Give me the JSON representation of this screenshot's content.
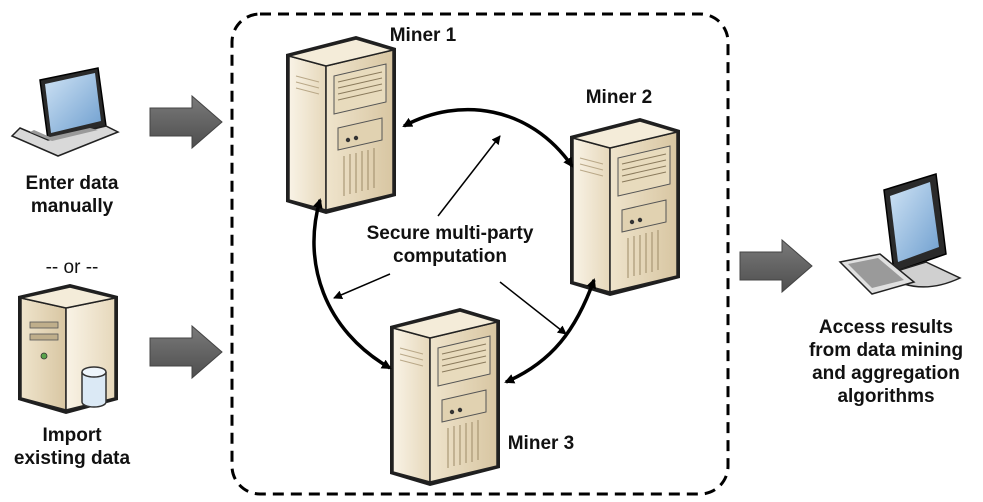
{
  "left": {
    "enter_line1": "Enter data",
    "enter_line2": "manually",
    "or_text": "-- or --",
    "import_line1": "Import",
    "import_line2": "existing data"
  },
  "miners": {
    "miner1": "Miner 1",
    "miner2": "Miner 2",
    "miner3": "Miner 3"
  },
  "center": {
    "line1": "Secure multi-party",
    "line2": "computation"
  },
  "right": {
    "line1": "Access results",
    "line2": "from data mining",
    "line3": "and aggregation",
    "line4": "algorithms"
  }
}
